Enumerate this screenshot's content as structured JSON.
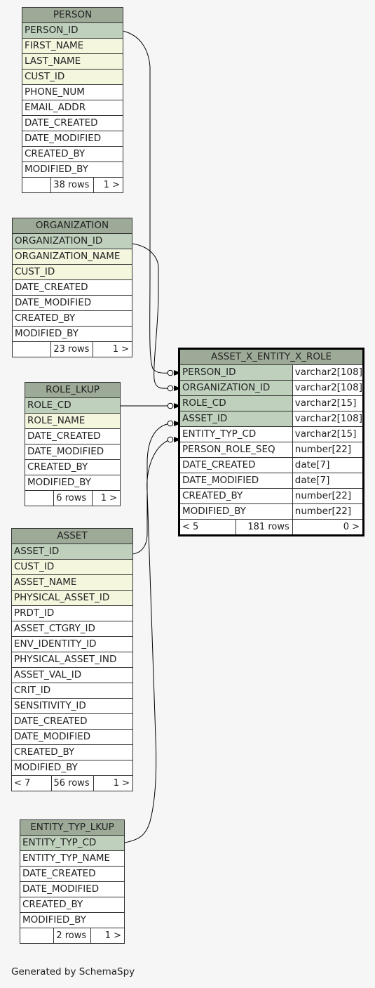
{
  "tables": {
    "person": {
      "name": "PERSON",
      "columns": [
        "PERSON_ID",
        "FIRST_NAME",
        "LAST_NAME",
        "CUST_ID",
        "PHONE_NUM",
        "EMAIL_ADDR",
        "DATE_CREATED",
        "DATE_MODIFIED",
        "CREATED_BY",
        "MODIFIED_BY"
      ],
      "footer": {
        "left": "",
        "rows": "38 rows",
        "right": "1 >"
      }
    },
    "organization": {
      "name": "ORGANIZATION",
      "columns": [
        "ORGANIZATION_ID",
        "ORGANIZATION_NAME",
        "CUST_ID",
        "DATE_CREATED",
        "DATE_MODIFIED",
        "CREATED_BY",
        "MODIFIED_BY"
      ],
      "footer": {
        "left": "",
        "rows": "23 rows",
        "right": "1 >"
      }
    },
    "role_lkup": {
      "name": "ROLE_LKUP",
      "columns": [
        "ROLE_CD",
        "ROLE_NAME",
        "DATE_CREATED",
        "DATE_MODIFIED",
        "CREATED_BY",
        "MODIFIED_BY"
      ],
      "footer": {
        "left": "",
        "rows": "6 rows",
        "right": "1 >"
      }
    },
    "asset": {
      "name": "ASSET",
      "columns": [
        "ASSET_ID",
        "CUST_ID",
        "ASSET_NAME",
        "PHYSICAL_ASSET_ID",
        "PRDT_ID",
        "ASSET_CTGRY_ID",
        "ENV_IDENTITY_ID",
        "PHYSICAL_ASSET_IND",
        "ASSET_VAL_ID",
        "CRIT_ID",
        "SENSITIVITY_ID",
        "DATE_CREATED",
        "DATE_MODIFIED",
        "CREATED_BY",
        "MODIFIED_BY"
      ],
      "footer": {
        "left": "< 7",
        "rows": "56 rows",
        "right": "1 >"
      }
    },
    "entity_typ_lkup": {
      "name": "ENTITY_TYP_LKUP",
      "columns": [
        "ENTITY_TYP_CD",
        "ENTITY_TYP_NAME",
        "DATE_CREATED",
        "DATE_MODIFIED",
        "CREATED_BY",
        "MODIFIED_BY"
      ],
      "footer": {
        "left": "",
        "rows": "2 rows",
        "right": "1 >"
      }
    },
    "asset_x_entity_x_role": {
      "name": "ASSET_X_ENTITY_X_ROLE",
      "columns": [
        "PERSON_ID",
        "ORGANIZATION_ID",
        "ROLE_CD",
        "ASSET_ID",
        "ENTITY_TYP_CD",
        "PERSON_ROLE_SEQ",
        "DATE_CREATED",
        "DATE_MODIFIED",
        "CREATED_BY",
        "MODIFIED_BY"
      ],
      "types": [
        "varchar2[108]",
        "varchar2[108]",
        "varchar2[15]",
        "varchar2[108]",
        "varchar2[15]",
        "number[22]",
        "date[7]",
        "date[7]",
        "number[22]",
        "number[22]"
      ],
      "footer": {
        "left": "< 5",
        "rows": "181 rows",
        "right": "0 >"
      }
    }
  },
  "generated_by": "Generated by SchemaSpy",
  "colors": {
    "header": "#9daa98",
    "primary_key": "#bfd0bd",
    "foreign_key": "#f4f6de",
    "background": "#f6f6f6"
  }
}
